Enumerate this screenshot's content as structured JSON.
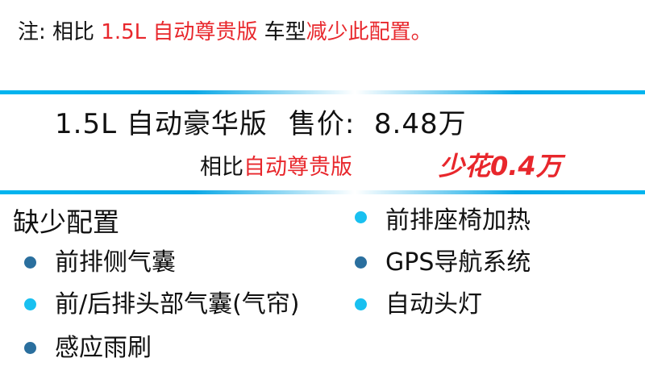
{
  "note": {
    "prefix": "注:  相比 ",
    "highlight_version": "1.5L 自动尊贵版",
    "middle": " 车型",
    "highlight_tail": "减少此配置。"
  },
  "model": {
    "name": "1.5L 自动豪华版",
    "price_label": "售价:",
    "price_value": "8.48万"
  },
  "compare": {
    "prefix": "相比",
    "target": "自动尊贵版",
    "saving": "少花0.4万"
  },
  "missing": {
    "title": "缺少配置",
    "left_items": [
      "前排侧气囊",
      "前/后排头部气囊(气帘)",
      "感应雨刷"
    ],
    "right_items": [
      "前排座椅加热",
      "GPS导航系统",
      "自动头灯"
    ]
  },
  "colors": {
    "accent_red": "#e8272c",
    "rule_blue": "#00b4ef",
    "bullet_dark": "#2a6f9e",
    "bullet_light": "#19c0f0"
  }
}
